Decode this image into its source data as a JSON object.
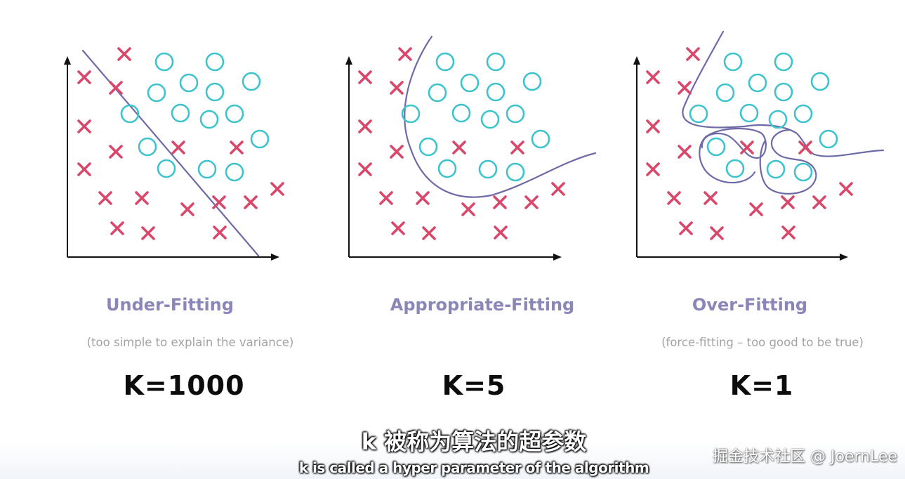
{
  "panels": [
    {
      "title": "Under-Fitting",
      "subtitle": "(too simple to explain the variance)",
      "k_label": "K=1000"
    },
    {
      "title": "Appropriate-Fitting",
      "subtitle": "",
      "k_label": "K=5"
    },
    {
      "title": "Over-Fitting",
      "subtitle": "(force-fitting – too good to be true)",
      "k_label": "K=1"
    }
  ],
  "caption": {
    "zh": "k 被称为算法的超参数",
    "en": "k is called a hyper parameter of the algorithm"
  },
  "watermark": "掘金技术社区 @ JoernLee",
  "colors": {
    "x_marker": "#d9486a",
    "circle_marker": "#3cc3cc",
    "boundary": "#6e6aa8",
    "axis": "#111111",
    "title": "#8a86b8",
    "subtitle": "#a3a3a3"
  }
}
